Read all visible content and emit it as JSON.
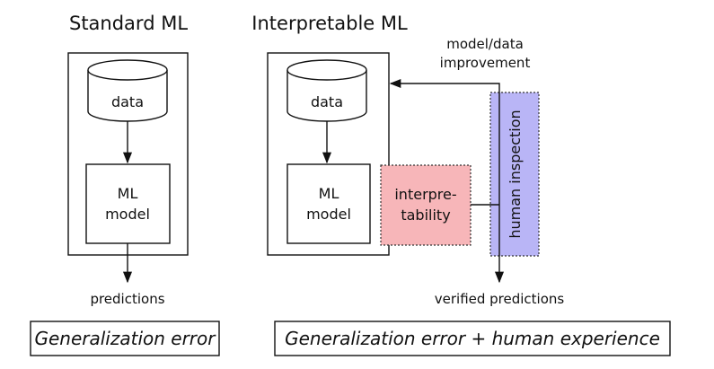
{
  "standard": {
    "title": "Standard ML",
    "data_label": "data",
    "model_label_line1": "ML",
    "model_label_line2": "model",
    "output_label": "predictions",
    "metric_label": "Generalization error"
  },
  "interpretable": {
    "title": "Interpretable ML",
    "data_label": "data",
    "model_label_line1": "ML",
    "model_label_line2": "model",
    "interpretability_line1": "interpre-",
    "interpretability_line2": "tability",
    "human_inspection_label": "human inspection",
    "feedback_line1": "model/data",
    "feedback_line2": "improvement",
    "output_label": "verified predictions",
    "metric_label": "Generalization error + human experience"
  },
  "colors": {
    "interpretability_fill": "#f7b6b9",
    "human_inspection_fill": "#b9b5f6"
  }
}
